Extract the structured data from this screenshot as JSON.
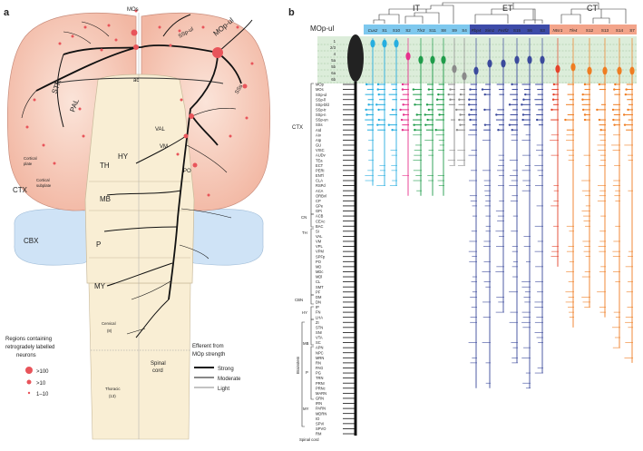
{
  "panel_a": {
    "label": "a",
    "regions": {
      "mos": "MOs",
      "ssp_ul": "SSp-ul",
      "mop_ul": "MOp-ul",
      "sss": "SSs",
      "str": "STR",
      "pal": "PAL",
      "ac": "ac",
      "val": "VAL",
      "vm": "VM",
      "po": "PO",
      "th": "TH",
      "hy": "HY",
      "mb": "MB",
      "cbx": "CBX",
      "p": "P",
      "my": "MY",
      "ctx": "CTX",
      "cortical_plate": [
        "Cortical",
        "plate"
      ],
      "cortical_subplate": [
        "Cortical",
        "subplate"
      ],
      "cervical": [
        "Cervical",
        "(8)"
      ],
      "thoracic": [
        "Thoracic",
        "(13)"
      ],
      "spinal_cord": [
        "Spinal",
        "cord"
      ]
    },
    "legend_regions": {
      "title": [
        "Regions containing",
        "retrogradely labelled",
        "neurons"
      ],
      "items": [
        ">100",
        ">10",
        "1–10"
      ]
    },
    "legend_efferent": {
      "title": [
        "Efferent from",
        "MOp strength"
      ],
      "items": [
        "Strong",
        "Moderate",
        "Light"
      ]
    }
  },
  "panel_b": {
    "label": "b",
    "source": "MOp-ul",
    "groups": [
      "IT",
      "ET",
      "CT"
    ],
    "columns": [
      {
        "label": "Cux2",
        "italic": true,
        "group": "IT"
      },
      {
        "label": "S1",
        "italic": false,
        "group": "IT"
      },
      {
        "label": "S10",
        "italic": false,
        "group": "IT"
      },
      {
        "label": "S2",
        "italic": false,
        "group": "IT"
      },
      {
        "label": "Tlx3",
        "italic": true,
        "group": "IT"
      },
      {
        "label": "S11",
        "italic": false,
        "group": "IT"
      },
      {
        "label": "S8",
        "italic": false,
        "group": "IT"
      },
      {
        "label": "S9",
        "italic": false,
        "group": "IT"
      },
      {
        "label": "S4",
        "italic": false,
        "group": "IT"
      },
      {
        "label": "Rbp4",
        "italic": true,
        "group": "ET"
      },
      {
        "label": "Sim1",
        "italic": true,
        "group": "ET"
      },
      {
        "label": "Fezf2",
        "italic": true,
        "group": "ET"
      },
      {
        "label": "S15",
        "italic": false,
        "group": "ET"
      },
      {
        "label": "S6",
        "italic": false,
        "group": "ET"
      },
      {
        "label": "S3",
        "italic": false,
        "group": "ET"
      },
      {
        "label": "Ntsr1",
        "italic": true,
        "group": "CT"
      },
      {
        "label": "Tle4",
        "italic": true,
        "group": "CT"
      },
      {
        "label": "S12",
        "italic": false,
        "group": "CT"
      },
      {
        "label": "S13",
        "italic": false,
        "group": "CT"
      },
      {
        "label": "S14",
        "italic": false,
        "group": "CT"
      },
      {
        "label": "S7",
        "italic": false,
        "group": "CT"
      }
    ],
    "layers": [
      "1",
      "2/3",
      "4",
      "5a",
      "5b",
      "6a",
      "6b"
    ],
    "target_rows": [
      "MOp",
      "MOs",
      "SSp-ul",
      "SSp-ll",
      "SSp-bfd",
      "SSp-tr",
      "SSp-n",
      "SSp-un",
      "SSs",
      "AId",
      "AIv",
      "AIp",
      "GU",
      "VISC",
      "AUDv",
      "TEa",
      "ECT",
      "PERI",
      "ENTl",
      "CLA",
      "RSPd",
      "ACA",
      "ORBvl",
      "CP",
      "GPe",
      "GPi",
      "ACB",
      "CEAc",
      "BAC",
      "SI",
      "VAL",
      "VM",
      "VPL",
      "VPM",
      "SPFp",
      "PO",
      "MD",
      "MDc",
      "MDl",
      "CL",
      "SMT",
      "PF",
      "DM",
      "DN",
      "IP",
      "FN",
      "LHA",
      "ZI",
      "STN",
      "SNr",
      "VTA",
      "SC",
      "APN",
      "NPC",
      "MRN",
      "RN",
      "PAG",
      "PG",
      "TRN",
      "PRNr",
      "PRNc",
      "MARN",
      "GRN",
      "IRN",
      "PARN",
      "MDRN",
      "IO",
      "SPVI",
      "SPVO",
      "RM"
    ],
    "bracket_labels": [
      "CTX",
      "CN",
      "TH",
      "CBN",
      "HY",
      "MB",
      "Brainstem",
      "P",
      "MY",
      "Spinal cord"
    ],
    "colors": {
      "IT_header": "#7ec8ee",
      "ET_header": "#3d4ba8",
      "CT_header": "#f3a48a",
      "cyan": "#27aee0",
      "magenta": "#e6308c",
      "green": "#1f9c4a",
      "grey": "#8a8a8a",
      "navy": "#3b4a9c",
      "orange": "#ef7d22",
      "red": "#e4432b",
      "layer_band": "#d6ead3",
      "ctx_fill": "#f6cdbf",
      "brain_fill": "#f9eed4",
      "cbx_fill": "#cfe3f6",
      "dot": "#e8545a"
    }
  }
}
